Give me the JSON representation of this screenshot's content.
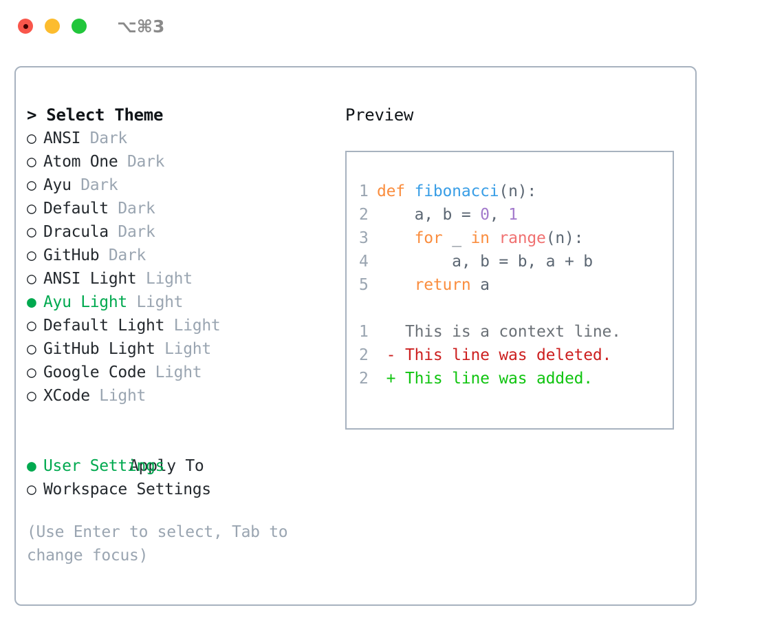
{
  "titlebar": {
    "shortcut": "⌥⌘3",
    "buttons": [
      {
        "name": "close",
        "color": "#f9564b"
      },
      {
        "name": "minimize",
        "color": "#fcbc2e"
      },
      {
        "name": "maximize",
        "color": "#21c63b"
      }
    ]
  },
  "left": {
    "header": "> Select Theme",
    "themes": [
      {
        "bullet": "○",
        "name": "ANSI",
        "tag": "Dark",
        "selected": false
      },
      {
        "bullet": "○",
        "name": "Atom One",
        "tag": "Dark",
        "selected": false
      },
      {
        "bullet": "○",
        "name": "Ayu",
        "tag": "Dark",
        "selected": false
      },
      {
        "bullet": "○",
        "name": "Default",
        "tag": "Dark",
        "selected": false
      },
      {
        "bullet": "○",
        "name": "Dracula",
        "tag": "Dark",
        "selected": false
      },
      {
        "bullet": "○",
        "name": "GitHub",
        "tag": "Dark",
        "selected": false
      },
      {
        "bullet": "○",
        "name": "ANSI Light",
        "tag": "Light",
        "selected": false
      },
      {
        "bullet": "●",
        "name": "Ayu Light",
        "tag": "Light",
        "selected": true
      },
      {
        "bullet": "○",
        "name": "Default Light",
        "tag": "Light",
        "selected": false
      },
      {
        "bullet": "○",
        "name": "GitHub Light",
        "tag": "Light",
        "selected": false
      },
      {
        "bullet": "○",
        "name": "Google Code",
        "tag": "Light",
        "selected": false
      },
      {
        "bullet": "○",
        "name": "XCode",
        "tag": "Light",
        "selected": false
      }
    ],
    "apply_to_label": "Apply To",
    "apply_to": [
      {
        "bullet": "●",
        "name": "User Settings",
        "selected": true
      },
      {
        "bullet": "○",
        "name": "Workspace Settings",
        "selected": false
      }
    ],
    "hint": "(Use Enter to select, Tab to change focus)"
  },
  "right": {
    "preview_title": "Preview",
    "code": [
      {
        "num": "1",
        "tokens": [
          {
            "t": "def ",
            "c": "kw"
          },
          {
            "t": "fibonacci",
            "c": "fn"
          },
          {
            "t": "(n):",
            "c": "pun"
          }
        ]
      },
      {
        "num": "2",
        "tokens": [
          {
            "t": "    a, b = ",
            "c": "var"
          },
          {
            "t": "0",
            "c": "num"
          },
          {
            "t": ", ",
            "c": "pun"
          },
          {
            "t": "1",
            "c": "num"
          }
        ]
      },
      {
        "num": "3",
        "tokens": [
          {
            "t": "    ",
            "c": "pun"
          },
          {
            "t": "for",
            "c": "kw"
          },
          {
            "t": " _ ",
            "c": "var"
          },
          {
            "t": "in",
            "c": "kw"
          },
          {
            "t": " ",
            "c": "var"
          },
          {
            "t": "range",
            "c": "bi"
          },
          {
            "t": "(n):",
            "c": "pun"
          }
        ]
      },
      {
        "num": "4",
        "tokens": [
          {
            "t": "        a, b = b, a + b",
            "c": "var"
          }
        ]
      },
      {
        "num": "5",
        "tokens": [
          {
            "t": "    ",
            "c": "pun"
          },
          {
            "t": "return",
            "c": "kw"
          },
          {
            "t": " a",
            "c": "var"
          }
        ]
      }
    ],
    "diff": [
      {
        "num": "1",
        "marker": "  ",
        "text": "This is a context line.",
        "kind": "ctx"
      },
      {
        "num": "2",
        "marker": "- ",
        "text": "This line was deleted.",
        "kind": "del"
      },
      {
        "num": "2",
        "marker": "+ ",
        "text": "This line was added.",
        "kind": "add"
      }
    ]
  },
  "colors": {
    "accent_green": "#00a94f",
    "keyword": "#fa8d3e",
    "function": "#399ee6",
    "number": "#a37acc",
    "builtin": "#f07171",
    "muted": "#9aa5b1",
    "diff_add": "#10c410",
    "diff_del": "#cc1f1f",
    "border": "#a7b2bf"
  }
}
